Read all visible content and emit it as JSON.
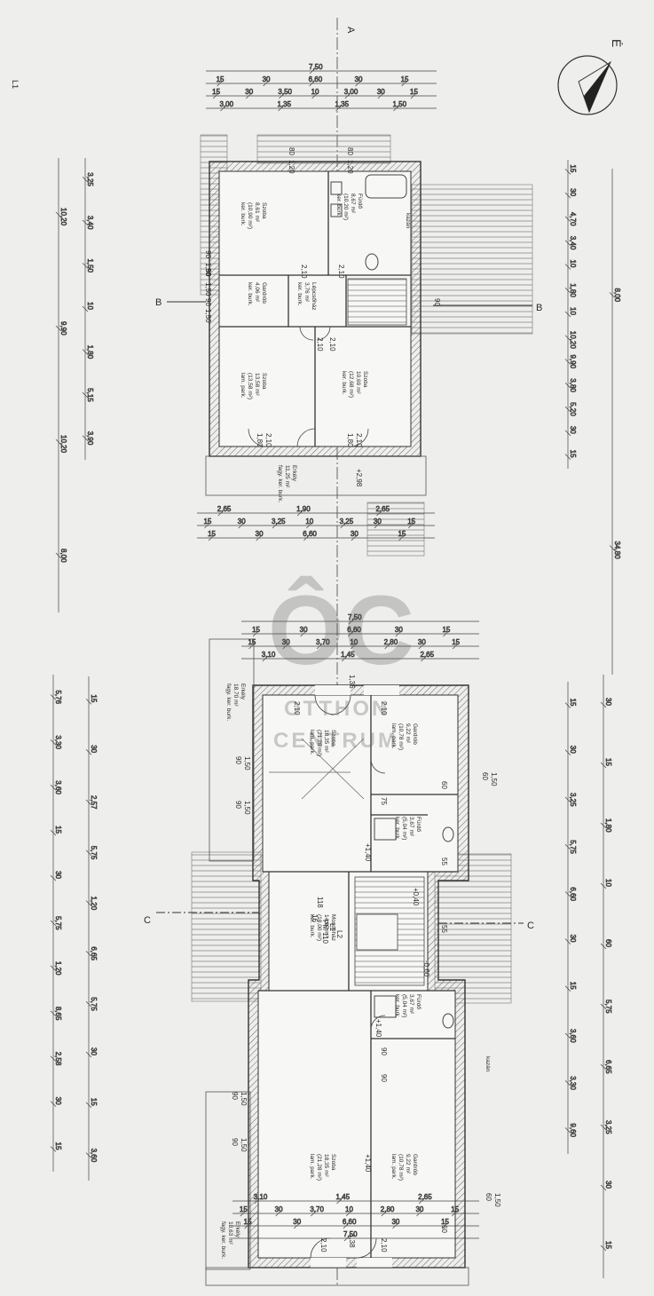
{
  "north": {
    "label": "É"
  },
  "section_marks": {
    "a": "A",
    "b": "B",
    "c": "C"
  },
  "margin": {
    "l1": "L1"
  },
  "upper_plan": {
    "dim_rows": [
      [
        "7,50"
      ],
      [
        "15",
        "30",
        "6,60",
        "30",
        "15"
      ],
      [
        "15",
        "30",
        "3,50",
        "10",
        "3,00",
        "30",
        "15"
      ],
      [
        "3,00",
        "1,35",
        "1,35",
        "1,50"
      ]
    ],
    "bottom_rows": [
      [
        "2,65",
        "1,90",
        "2,65"
      ],
      [
        "15",
        "30",
        "3,25",
        "10",
        "3,25",
        "30",
        "15"
      ],
      [
        "15",
        "30",
        "6,60",
        "30",
        "15"
      ]
    ],
    "left_dims": [
      "3,25",
      "3,40",
      "1,50",
      "10",
      "1,80",
      "5,15",
      "3,90",
      "10,20",
      "9,90",
      "10,20",
      "8,00",
      "34,80"
    ],
    "right_dims": [
      "15",
      "30",
      "4,70",
      "3,40",
      "10",
      "1,80",
      "10",
      "10,20",
      "9,90",
      "3,80",
      "5,20",
      "30",
      "15",
      "8,00",
      "34,80"
    ],
    "openings": [
      "90",
      "1,50",
      "90",
      "1,50",
      "90",
      "1,50",
      "80",
      "1,20",
      "80",
      "1,20",
      "2,10",
      "2,10",
      "1,80",
      "2,10",
      "1,80",
      "2,10",
      "2,10",
      "2,10",
      "90",
      "60",
      "60"
    ],
    "rooms": [
      {
        "name": "Szoba",
        "area": "8,61 m²",
        "area2": "(10,90 m²)",
        "floor": "ker. burk."
      },
      {
        "name": "Fürdő",
        "area": "8,67 m²",
        "area2": "(10,20 m²)",
        "floor": "ker. burk."
      },
      {
        "name": "Gardrób",
        "area": "4,06 m²",
        "floor": "ker. burk."
      },
      {
        "name": "Lépcsőház",
        "area": "3,76 m²",
        "floor": "ker. burk."
      },
      {
        "name": "Szoba",
        "area": "13,58 m²",
        "area2": "(13,58 m²)",
        "floor": "lam. park."
      },
      {
        "name": "Szoba",
        "area": "10,69 m²",
        "area2": "(12,68 m²)",
        "floor": "ker. burk."
      },
      {
        "name": "Erkély",
        "area": "11,25 m²",
        "floor": "fagy. ker. burk."
      }
    ],
    "kazan": "kazán",
    "level": "+2,98"
  },
  "lower_plan": {
    "dim_rows": [
      [
        "7,50"
      ],
      [
        "15",
        "30",
        "6,60",
        "30",
        "15"
      ],
      [
        "15",
        "30",
        "3,70",
        "10",
        "2,80",
        "30",
        "15"
      ],
      [
        "3,10",
        "1,45",
        "2,65"
      ]
    ],
    "bottom_rows": [
      [
        "3,10",
        "1,45",
        "2,65"
      ],
      [
        "15",
        "30",
        "3,70",
        "10",
        "2,80",
        "30",
        "15"
      ],
      [
        "15",
        "30",
        "6,60",
        "30",
        "15"
      ],
      [
        "7,50"
      ]
    ],
    "left_dims": [
      "15",
      "30",
      "2,57",
      "5,75",
      "1,20",
      "6,65",
      "5,75",
      "30",
      "15",
      "3,60",
      "5,76",
      "3,30",
      "3,60",
      "15",
      "30",
      "5,75",
      "1,20",
      "8,65",
      "2,58",
      "30",
      "15"
    ],
    "right_dims": [
      "15",
      "30",
      "3,25",
      "5,75",
      "6,60",
      "30",
      "15",
      "3,60",
      "3,30",
      "9,60",
      "30",
      "15",
      "1,80",
      "10",
      "60",
      "5,75",
      "6,65",
      "3,25",
      "30",
      "15"
    ],
    "openings": [
      "90",
      "1,50",
      "90",
      "1,50",
      "90",
      "1,50",
      "90",
      "1,50",
      "60",
      "1,50",
      "60",
      "1,50",
      "2,10",
      "2,10",
      "2,10",
      "2,10",
      "90",
      "90",
      "75",
      "55",
      "55",
      "1,36",
      "1,38"
    ],
    "rooms": [
      {
        "name": "Erkély",
        "area": "18,70 m²",
        "floor": "fagy. ker. burk."
      },
      {
        "name": "Szoba",
        "area": "18,35 m²",
        "area2": "(21,28 m²)",
        "floor": "lam. park."
      },
      {
        "name": "Gardrób",
        "area": "9,22 m²",
        "area2": "(10,78 m²)",
        "floor": "lam. park."
      },
      {
        "name": "Fürdő",
        "area": "3,67 m²",
        "area2": "(5,04 m²)",
        "floor": "ker. burk."
      },
      {
        "name": "Mosdóház",
        "area": "14,67 m²",
        "area2": "(18,00 m²)",
        "floor": "ker. burk."
      },
      {
        "name": "Fürdő",
        "area": "3,67 m²",
        "area2": "(5,04 m²)",
        "floor": "ker. burk."
      },
      {
        "name": "Gardrób",
        "area": "9,22 m²",
        "area2": "(10,78 m²)",
        "floor": "lam. park."
      },
      {
        "name": "Szoba",
        "area": "18,35 m²",
        "area2": "(21,28 m²)",
        "floor": "lam. park."
      },
      {
        "name": "Erkély",
        "area": "18,63 m²",
        "floor": "fagy. ker. burk."
      }
    ],
    "stair_labels": [
      "16",
      "118",
      "PM 110",
      "L1",
      "L2"
    ],
    "levels": [
      "+1,40",
      "+1,40",
      "+0,40",
      "-0,60",
      "+1,40"
    ],
    "kazan": "kazán"
  },
  "watermark": {
    "mark": "ÔC",
    "line1": "OTTHON",
    "line2": "CENTRUM"
  }
}
